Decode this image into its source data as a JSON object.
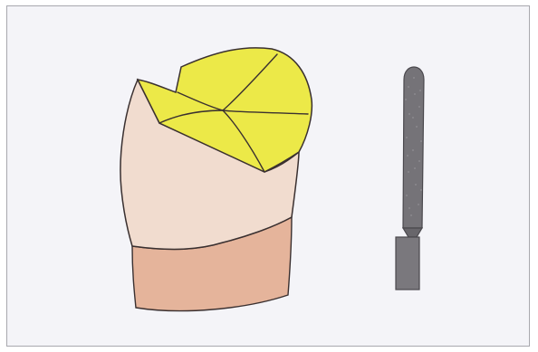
{
  "figure": {
    "subject": "tooth-occlusal-reduction-with-bur",
    "colors": {
      "background": "#f4f4f8",
      "frame": "#a8a8ae",
      "crown": "#f1dccf",
      "root": "#e5b49b",
      "reduction": "#ece948",
      "outline": "#3a3030",
      "bur": "#757378",
      "bur_dark": "#5c5a5f"
    },
    "parts": [
      "tooth-crown",
      "tooth-root",
      "occlusal-reduction",
      "diamond-bur"
    ]
  }
}
